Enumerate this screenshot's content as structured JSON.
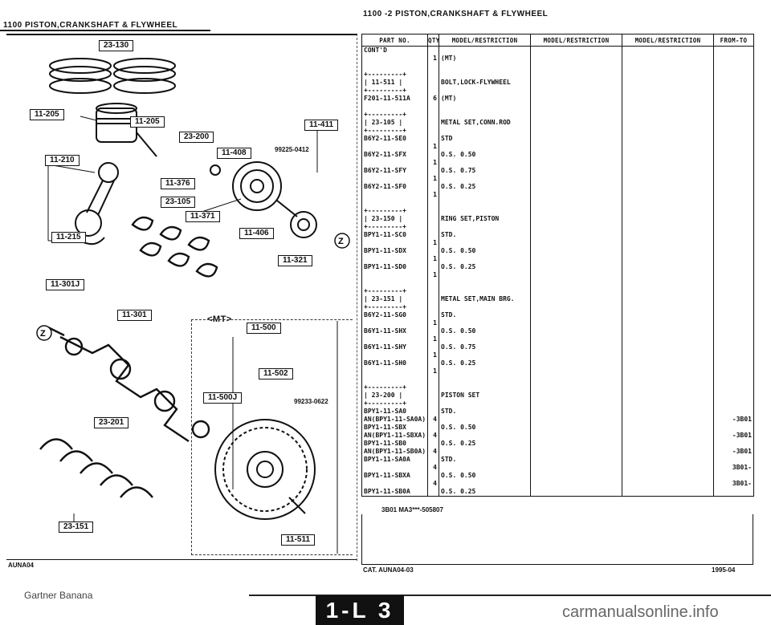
{
  "page": {
    "left_header": "1100  PISTON,CRANKSHAFT & FLYWHEEL",
    "right_header": "1100 -2   PISTON,CRANKSHAFT & FLYWHEEL",
    "left_footer_code": "AUNA04",
    "catalog_footer": "CAT. AUNA04-03",
    "date_footer": "1995-04",
    "watermark_left": "Gartner Banana",
    "page_badge": "1-L 3",
    "watermark_right": "carmanualsonline.info"
  },
  "diagram": {
    "labels": [
      "23-130",
      "11-205",
      "11-205",
      "23-200",
      "11-411",
      "11-408",
      "11-210",
      "11-376",
      "23-105",
      "11-371",
      "11-406",
      "11-215",
      "11-321",
      "11-301J",
      "11-301",
      "11-500",
      "11-502",
      "11-500J",
      "23-201",
      "23-151",
      "11-511"
    ],
    "part_notes": [
      "99225-0412",
      "99233-0622"
    ],
    "variant_label": "<MT>"
  },
  "table": {
    "headers": [
      "PART NO.",
      "QTY",
      "MODEL/RESTRICTION",
      "MODEL/RESTRICTION",
      "MODEL/RESTRICTION",
      "FROM-TO"
    ],
    "rows": [
      {
        "part": "CONT'D",
        "qty": "",
        "desc": "",
        "from": ""
      },
      {
        "part": "",
        "qty": "1",
        "desc": "(MT)",
        "from": ""
      },
      {
        "part": "",
        "qty": "",
        "desc": "",
        "from": ""
      },
      {
        "part": "+---------+",
        "qty": "",
        "desc": "",
        "from": ""
      },
      {
        "part": "| 11-511  |",
        "qty": "",
        "desc": "BOLT,LOCK-FLYWHEEL",
        "from": ""
      },
      {
        "part": "+---------+",
        "qty": "",
        "desc": "",
        "from": ""
      },
      {
        "part": "F201-11-511A",
        "qty": "6",
        "desc": "(MT)",
        "from": ""
      },
      {
        "part": "",
        "qty": "",
        "desc": "",
        "from": ""
      },
      {
        "part": "+---------+",
        "qty": "",
        "desc": "",
        "from": ""
      },
      {
        "part": "| 23-105  |",
        "qty": "",
        "desc": "METAL SET,CONN.ROD",
        "from": ""
      },
      {
        "part": "+---------+",
        "qty": "",
        "desc": "",
        "from": ""
      },
      {
        "part": "B6Y2-11-SE0",
        "qty": "",
        "desc": "STD",
        "from": ""
      },
      {
        "part": "",
        "qty": "1",
        "desc": "",
        "from": ""
      },
      {
        "part": "B6Y2-11-SFX",
        "qty": "",
        "desc": "O.S. 0.50",
        "from": ""
      },
      {
        "part": "",
        "qty": "1",
        "desc": "",
        "from": ""
      },
      {
        "part": "B6Y2-11-SFY",
        "qty": "",
        "desc": "O.S. 0.75",
        "from": ""
      },
      {
        "part": "",
        "qty": "1",
        "desc": "",
        "from": ""
      },
      {
        "part": "B6Y2-11-SF0",
        "qty": "",
        "desc": "O.S. 0.25",
        "from": ""
      },
      {
        "part": "",
        "qty": "1",
        "desc": "",
        "from": ""
      },
      {
        "part": "",
        "qty": "",
        "desc": "",
        "from": ""
      },
      {
        "part": "+---------+",
        "qty": "",
        "desc": "",
        "from": ""
      },
      {
        "part": "| 23-150  |",
        "qty": "",
        "desc": "RING SET,PISTON",
        "from": ""
      },
      {
        "part": "+---------+",
        "qty": "",
        "desc": "",
        "from": ""
      },
      {
        "part": "BPY1-11-SC0",
        "qty": "",
        "desc": "STD.",
        "from": ""
      },
      {
        "part": "",
        "qty": "1",
        "desc": "",
        "from": ""
      },
      {
        "part": "BPY1-11-SDX",
        "qty": "",
        "desc": "O.S. 0.50",
        "from": ""
      },
      {
        "part": "",
        "qty": "1",
        "desc": "",
        "from": ""
      },
      {
        "part": "BPY1-11-SD0",
        "qty": "",
        "desc": "O.S. 0.25",
        "from": ""
      },
      {
        "part": "",
        "qty": "1",
        "desc": "",
        "from": ""
      },
      {
        "part": "",
        "qty": "",
        "desc": "",
        "from": ""
      },
      {
        "part": "+---------+",
        "qty": "",
        "desc": "",
        "from": ""
      },
      {
        "part": "| 23-151  |",
        "qty": "",
        "desc": "METAL SET,MAIN BRG.",
        "from": ""
      },
      {
        "part": "+---------+",
        "qty": "",
        "desc": "",
        "from": ""
      },
      {
        "part": "B6Y2-11-SG0",
        "qty": "",
        "desc": "STD.",
        "from": ""
      },
      {
        "part": "",
        "qty": "1",
        "desc": "",
        "from": ""
      },
      {
        "part": "B6Y1-11-SHX",
        "qty": "",
        "desc": "O.S. 0.50",
        "from": ""
      },
      {
        "part": "",
        "qty": "1",
        "desc": "",
        "from": ""
      },
      {
        "part": "B6Y1-11-SHY",
        "qty": "",
        "desc": "O.S. 0.75",
        "from": ""
      },
      {
        "part": "",
        "qty": "1",
        "desc": "",
        "from": ""
      },
      {
        "part": "B6Y1-11-SH0",
        "qty": "",
        "desc": "O.S. 0.25",
        "from": ""
      },
      {
        "part": "",
        "qty": "1",
        "desc": "",
        "from": ""
      },
      {
        "part": "",
        "qty": "",
        "desc": "",
        "from": ""
      },
      {
        "part": "+---------+",
        "qty": "",
        "desc": "",
        "from": ""
      },
      {
        "part": "| 23-200  |",
        "qty": "",
        "desc": "PISTON SET",
        "from": ""
      },
      {
        "part": "+---------+",
        "qty": "",
        "desc": "",
        "from": ""
      },
      {
        "part": "BPY1-11-SA0",
        "qty": "",
        "desc": "STD.",
        "from": ""
      },
      {
        "part": "AN(BPY1-11-SA0A)",
        "qty": "4",
        "desc": "",
        "from": "-3B01"
      },
      {
        "part": "BPY1-11-SBX",
        "qty": "",
        "desc": "O.S. 0.50",
        "from": ""
      },
      {
        "part": "AN(BPY1-11-SBXA)",
        "qty": "4",
        "desc": "",
        "from": "-3B01"
      },
      {
        "part": "BPY1-11-SB0",
        "qty": "",
        "desc": "O.S. 0.25",
        "from": ""
      },
      {
        "part": "AN(BPY1-11-SB0A)",
        "qty": "4",
        "desc": "",
        "from": "-3B01"
      },
      {
        "part": "BPY1-11-SA0A",
        "qty": "",
        "desc": "STD.",
        "from": ""
      },
      {
        "part": "",
        "qty": "4",
        "desc": "",
        "from": "3B01-"
      },
      {
        "part": "BPY1-11-SBXA",
        "qty": "",
        "desc": "O.S. 0.50",
        "from": ""
      },
      {
        "part": "",
        "qty": "4",
        "desc": "",
        "from": "3B01-"
      },
      {
        "part": "BPY1-11-SB0A",
        "qty": "",
        "desc": "O.S. 0.25",
        "from": ""
      }
    ],
    "footnote": "3B01  MA3***-505807"
  }
}
